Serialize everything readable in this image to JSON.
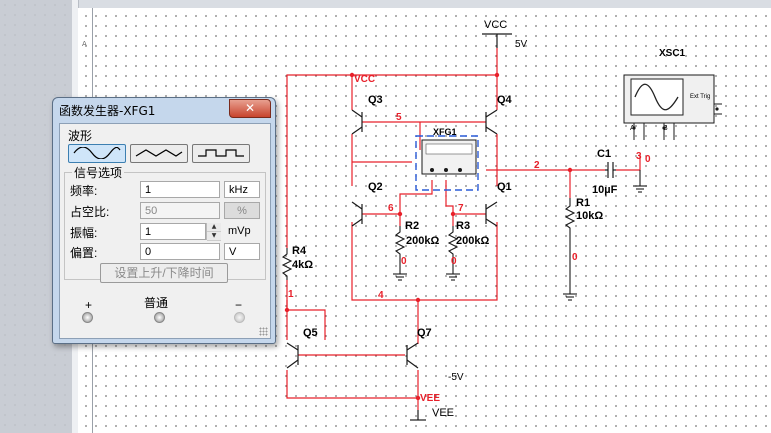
{
  "schematic": {
    "vcc_label": "VCC",
    "vcc_value": "5V",
    "vcc_net_label": "VCC",
    "vee_label": "VEE",
    "vee_value": "-5V",
    "vee_net_label": "VEE",
    "scope_label": "XSC1",
    "scope_ext_trig": "Ext Trig",
    "scope_a": "A",
    "scope_b": "B",
    "fg_label": "XFG1",
    "transistors": [
      "Q3",
      "Q4",
      "Q2",
      "Q1",
      "Q5",
      "Q7"
    ],
    "r2": "R2",
    "r2_value": "200kΩ",
    "r3": "R3",
    "r3_value": "200kΩ",
    "r1": "R1",
    "r1_value": "10kΩ",
    "r4": "R4",
    "r4_value": "4kΩ",
    "c1": "C1",
    "c1_value": "10µF",
    "nets": {
      "n1": "1",
      "n2": "2",
      "n3": "3",
      "n4": "4",
      "n5": "5",
      "n6": "6",
      "n7": "7",
      "g1": "0",
      "g2": "0",
      "g3": "0",
      "g4": "0"
    }
  },
  "function_generator": {
    "title": "函数发生器-XFG1",
    "close_glyph": "✕",
    "waveform_label": "波形",
    "signal_options_label": "信号选项",
    "frequency_label": "频率:",
    "frequency_value": "1",
    "frequency_unit": "kHz",
    "duty_label": "占空比:",
    "duty_value": "50",
    "duty_unit": "%",
    "amplitude_label": "振幅:",
    "amplitude_value": "1",
    "amplitude_unit": "mVp",
    "offset_label": "偏置:",
    "offset_value": "0",
    "offset_unit": "V",
    "rise_fall_button": "设置上升/下降时间",
    "plus_label": "+",
    "common_label": "普通",
    "minus_label": "−"
  },
  "colors": {
    "wire": "#e8202a",
    "component": "#1a1a1a",
    "probe_box": "#2a5bd7"
  }
}
